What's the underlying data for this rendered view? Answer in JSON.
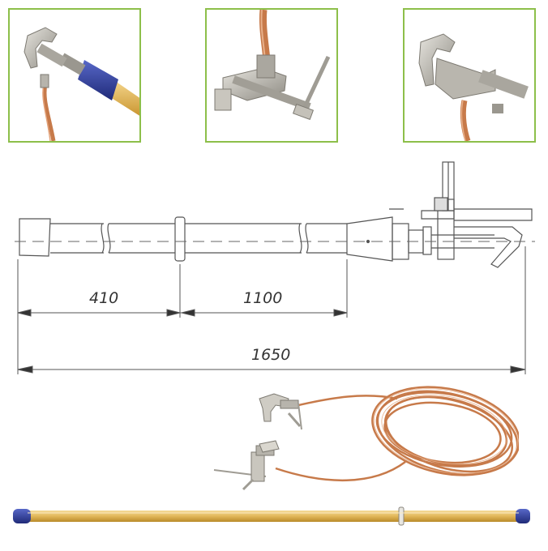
{
  "dimensions": {
    "section_1": "410",
    "section_2": "1100",
    "total": "1650"
  },
  "colors": {
    "thumbnail_border": "#8dbf4a",
    "drawing_line": "#555555",
    "copper": "#c77a4a",
    "wood": "#e2b85a",
    "cap_blue": "#2f3f9a",
    "metal": "#b7b4ac"
  },
  "thumbnails": [
    {
      "subject": "clamp-on-pole-detail"
    },
    {
      "subject": "earthing-clamp-detail"
    },
    {
      "subject": "bus-clamp-detail"
    }
  ]
}
